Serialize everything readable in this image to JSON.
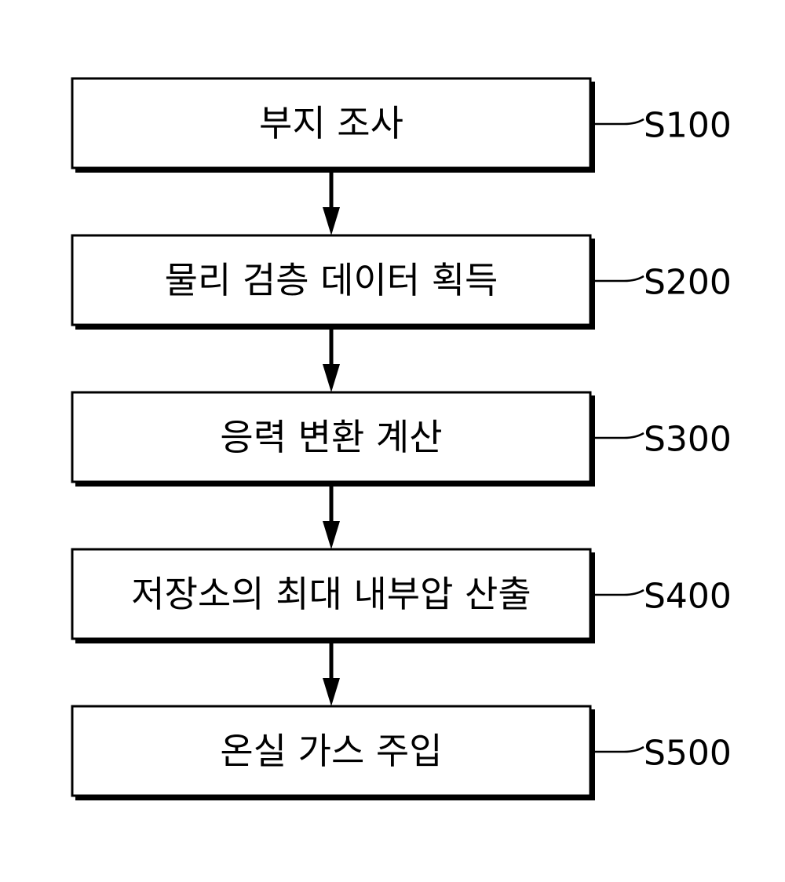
{
  "steps": [
    {
      "text": "부지 조사",
      "label": "S100"
    },
    {
      "text": "물리 검층 데이터 획득",
      "label": "S200"
    },
    {
      "text": "응력 변환 계산",
      "label": "S300"
    },
    {
      "text": "저장소의 최대 내부압 산출",
      "label": "S400"
    },
    {
      "text": "온실 가스 주입",
      "label": "S500"
    }
  ],
  "colors": {
    "stroke": "#000000",
    "background": "#ffffff"
  }
}
